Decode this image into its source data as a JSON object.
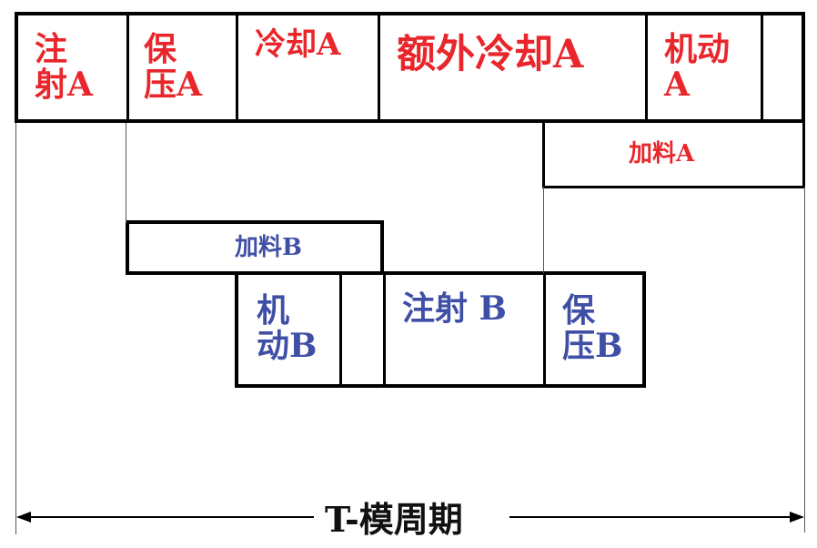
{
  "row_a": {
    "inject": [
      "注",
      "射A"
    ],
    "hold": [
      "保",
      "压A"
    ],
    "cool": "冷却A",
    "extra_cool": "额外冷却A",
    "mold_move": [
      "机动",
      "A"
    ],
    "feed": "加料A"
  },
  "row_b": {
    "feed": "加料B",
    "mold_move": [
      "机",
      "动B"
    ],
    "inject": "注射 B",
    "hold": [
      "保",
      "压B"
    ]
  },
  "cycle_label": "T-模周期",
  "colors": {
    "machine_a": "#e8262b",
    "machine_b": "#3f4fa6",
    "lines": "#000000"
  }
}
